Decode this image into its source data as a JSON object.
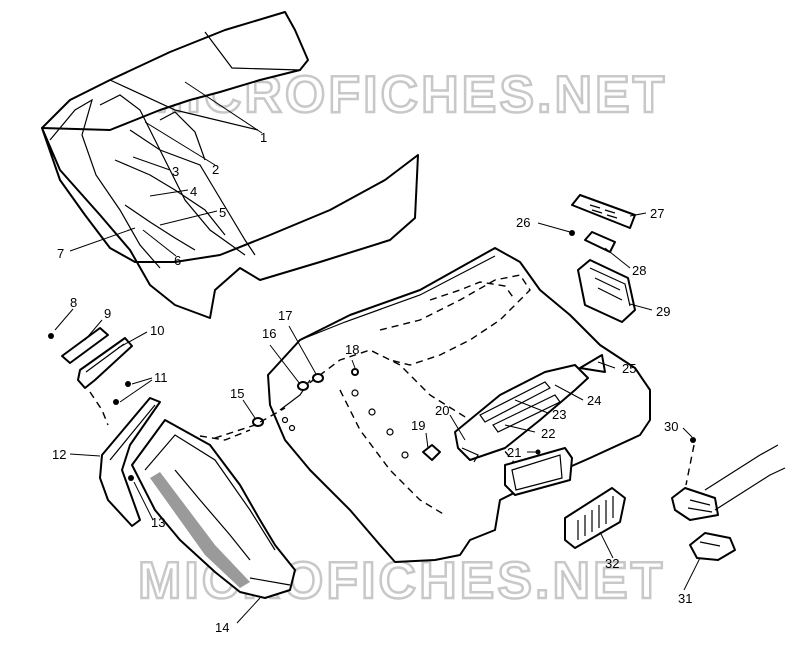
{
  "watermark_text": "MICROFICHES.NET",
  "callouts": [
    "1",
    "2",
    "3",
    "4",
    "5",
    "6",
    "7",
    "8",
    "9",
    "10",
    "11",
    "12",
    "13",
    "14",
    "15",
    "16",
    "17",
    "18",
    "19",
    "20",
    "21",
    "22",
    "23",
    "24",
    "25",
    "26",
    "27",
    "28",
    "29",
    "30",
    "31",
    "32"
  ]
}
